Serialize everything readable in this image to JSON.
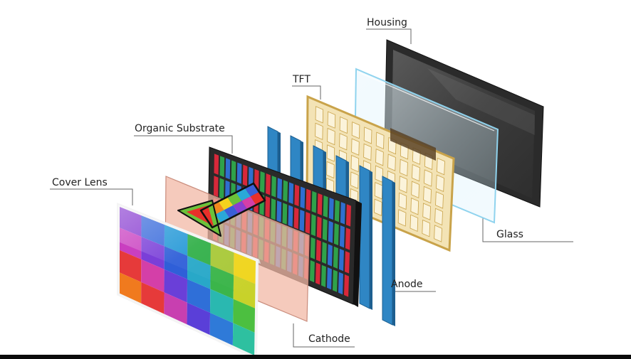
{
  "labels": {
    "housing": "Housing",
    "tft": "TFT",
    "organic_substrate": "Organic Substrate",
    "cover_lens": "Cover Lens",
    "glass": "Glass",
    "anode": "Anode",
    "cathode": "Cathode"
  },
  "colors": {
    "outline": "#1a1a1a",
    "housing_frame": "#2b2b2b",
    "housing_screen": "#4a4a4a",
    "glass_edge": "#8fd3ee",
    "tft_fill": "#f3e3b5",
    "tft_border": "#c9a34a",
    "anode_blue": "#2f86c4",
    "organic_frame": "#2a2a2a",
    "cathode_fill": "#f2b8a6",
    "subpixel_red": "#d8283a",
    "subpixel_green": "#2fa24a",
    "subpixel_blue": "#2f6fd0",
    "leader_line": "#666666"
  },
  "cover_lens_colors": [
    [
      "#8a3fd1",
      "#3f6fdc",
      "#2a9bd8",
      "#33b04a",
      "#a9c93a",
      "#f0d51e"
    ],
    [
      "#c93fc0",
      "#7a3fd8",
      "#2f5fd8",
      "#28a8c8",
      "#3bb54a",
      "#c8d22a"
    ],
    [
      "#e63a3a",
      "#d43fa8",
      "#6a3fd8",
      "#2f6fd8",
      "#2ab8b0",
      "#4cbf40"
    ],
    [
      "#f07a1e",
      "#e63a3a",
      "#c83fb0",
      "#5a3fd8",
      "#2f7ad8",
      "#2ec0a0"
    ]
  ],
  "arrow_colors": [
    "#e8302a",
    "#f28a1e",
    "#f5d21e",
    "#6cc23a",
    "#2aa8d8",
    "#3a5fd8",
    "#8a3fd1",
    "#d43fa8"
  ]
}
